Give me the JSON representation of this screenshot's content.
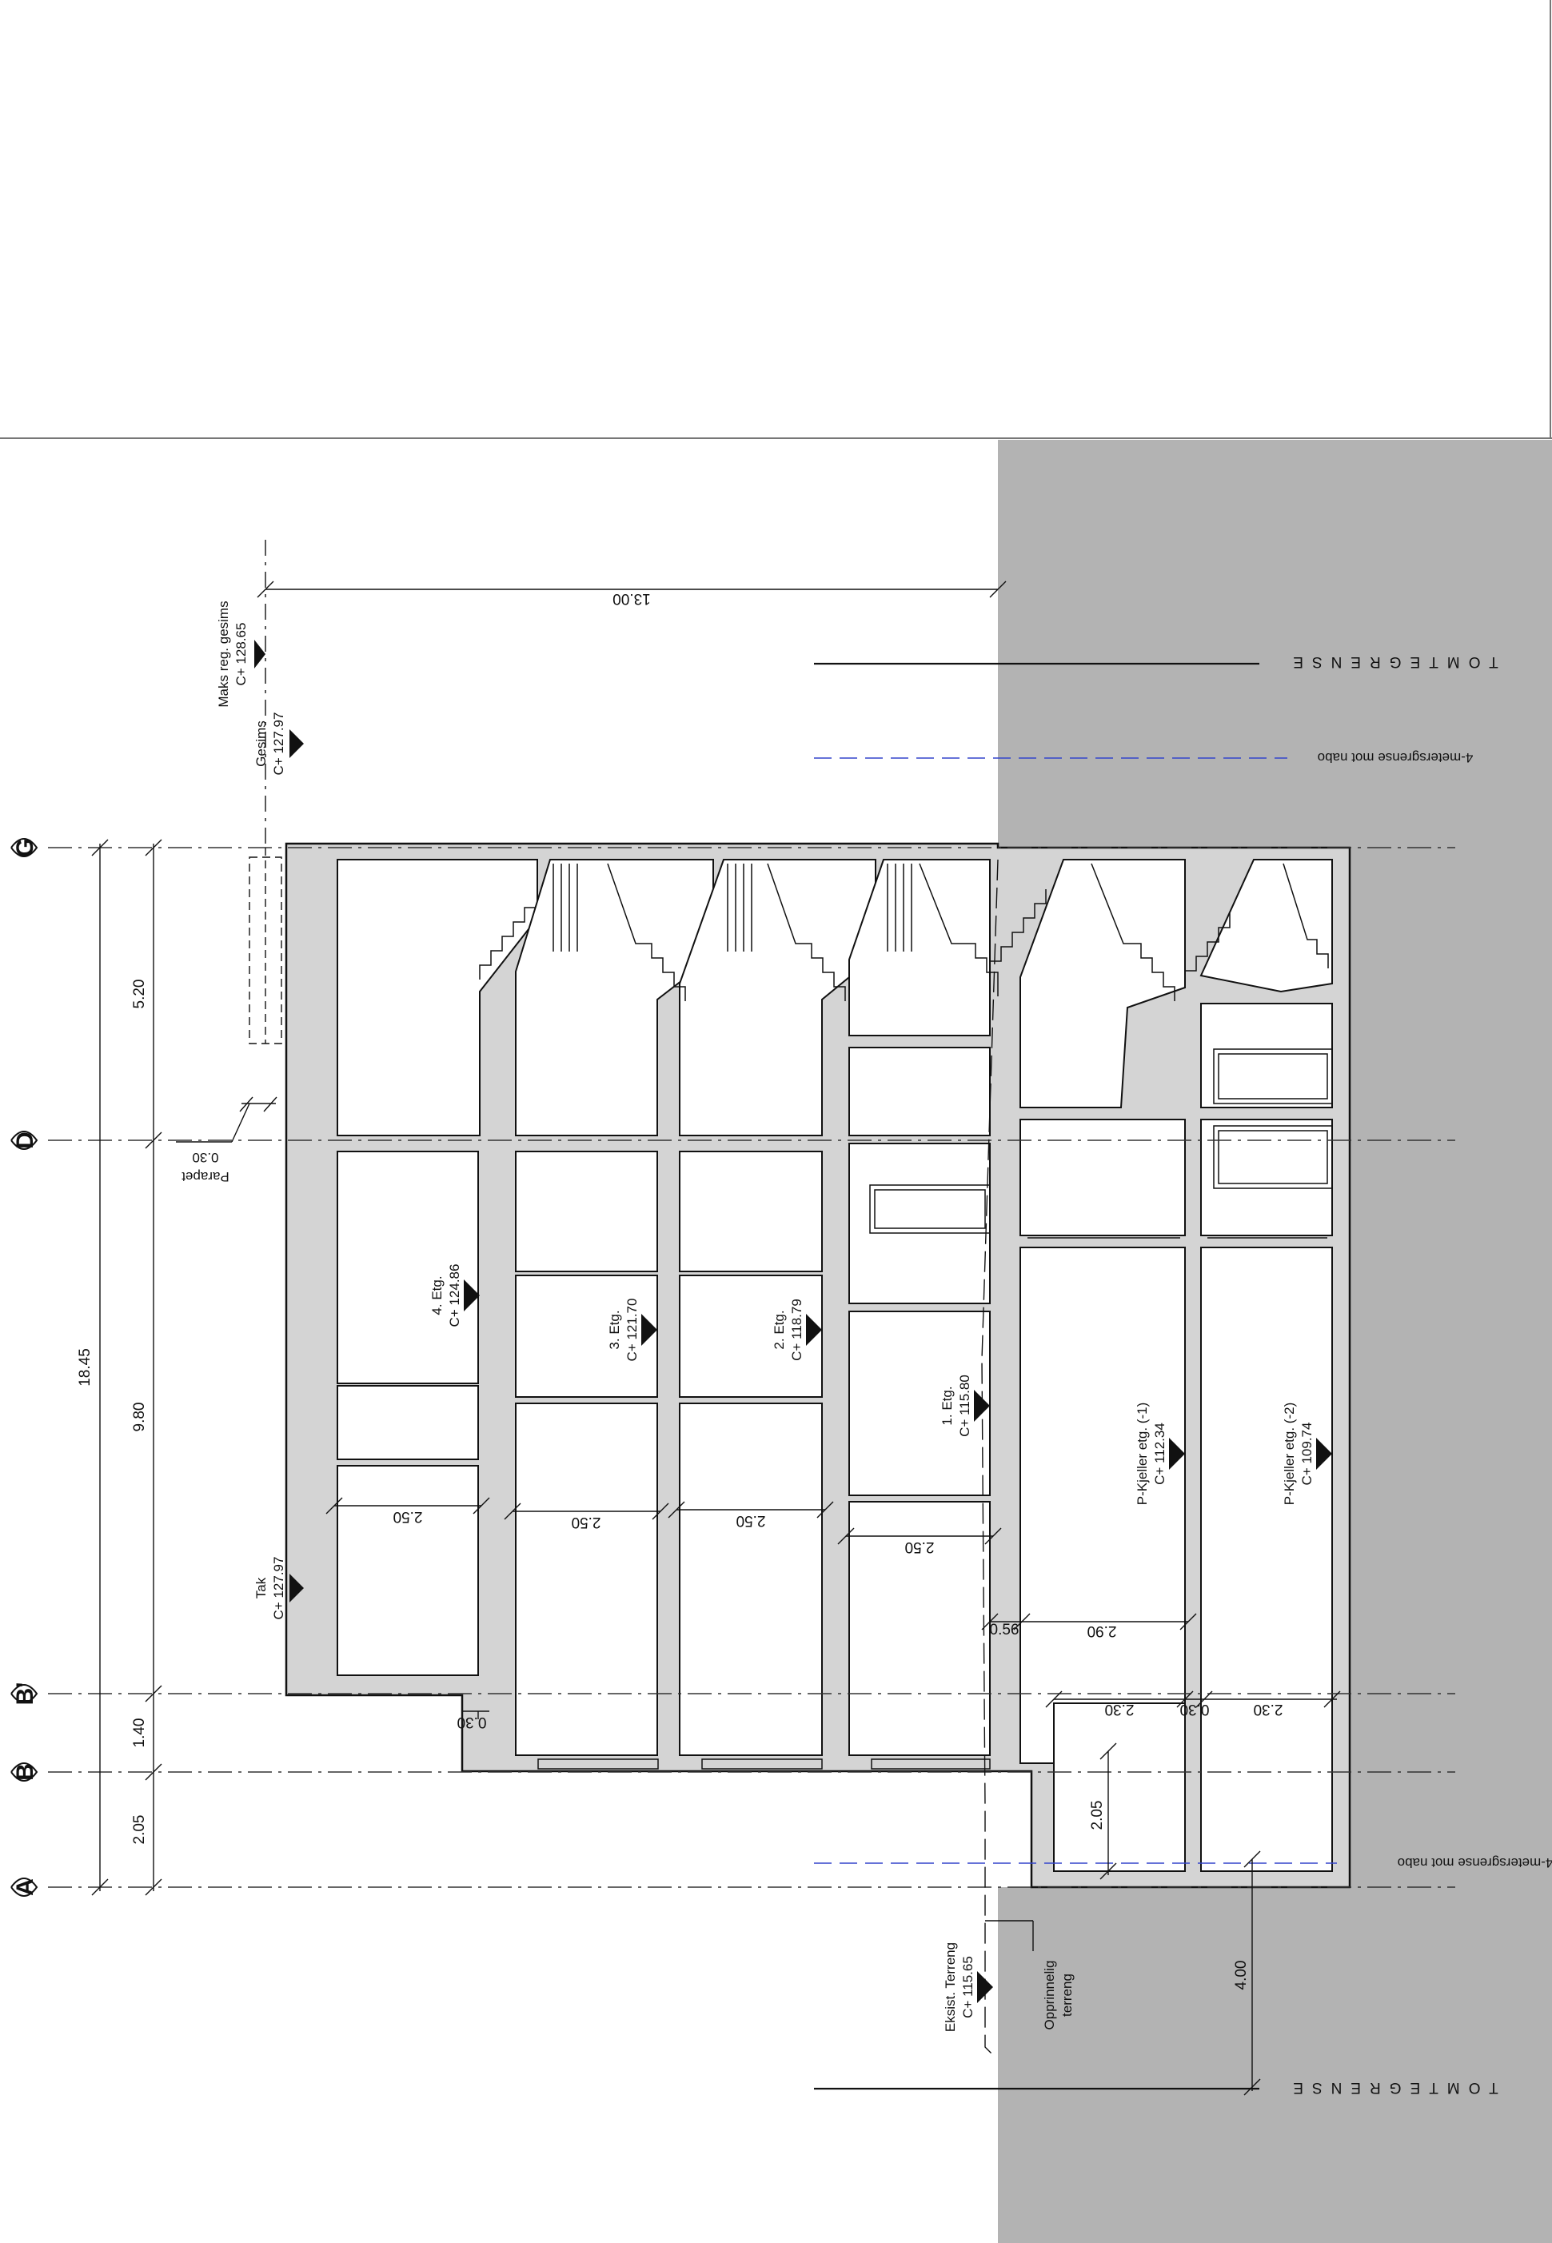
{
  "section": {
    "grid_axes": [
      "G",
      "D",
      "B'",
      "B",
      "A"
    ],
    "levels": {
      "maks_gesims": {
        "name": "Maks reg. gesims",
        "elev": "C+ 128.65"
      },
      "gesims": {
        "name": "Gesims",
        "elev": "C+ 127.97"
      },
      "tak": {
        "name": "Tak",
        "elev": "C+ 127.97"
      },
      "etg4": {
        "name": "4. Etg.",
        "elev": "C+ 124.86"
      },
      "etg3": {
        "name": "3. Etg.",
        "elev": "C+ 121.70"
      },
      "etg2": {
        "name": "2. Etg.",
        "elev": "C+ 118.79"
      },
      "etg1": {
        "name": "1. Etg.",
        "elev": "C+ 115.80"
      },
      "kjeller1": {
        "name": "P-Kjeller etg. (-1)",
        "elev": "C+ 112.34"
      },
      "kjeller2": {
        "name": "P-Kjeller etg. (-2)",
        "elev": "C+ 109.74"
      },
      "terreng": {
        "name": "Eksist. Terreng",
        "elev": "C+ 115.65"
      }
    },
    "labels": {
      "tomtegrense": "TOMTEGRENSE",
      "meter_grense": "4-metersgrense mot nabo",
      "parapet": "Parapet",
      "parapet_dim": "0.30",
      "opprinnelig_1": "Opprinnelig",
      "opprinnelig_2": "terreng"
    },
    "dims": {
      "total_height": "18.45",
      "seg_gd": "5.20",
      "seg_db": "9.80",
      "seg_bb": "1.40",
      "seg_ba": "2.05",
      "top_width": "13.00",
      "storey_h_4": "2.50",
      "storey_h_3": "2.50",
      "storey_h_2": "2.50",
      "storey_h_1": "2.50",
      "storey_h_k1": "2.90",
      "storey_h_k2": "2.30",
      "slab_k1": "2.30",
      "slab_1": "0.56",
      "slab_2": "0.30",
      "slab_3": "0.30",
      "foundation": "2.05",
      "terrain_offset": "4.00"
    }
  }
}
